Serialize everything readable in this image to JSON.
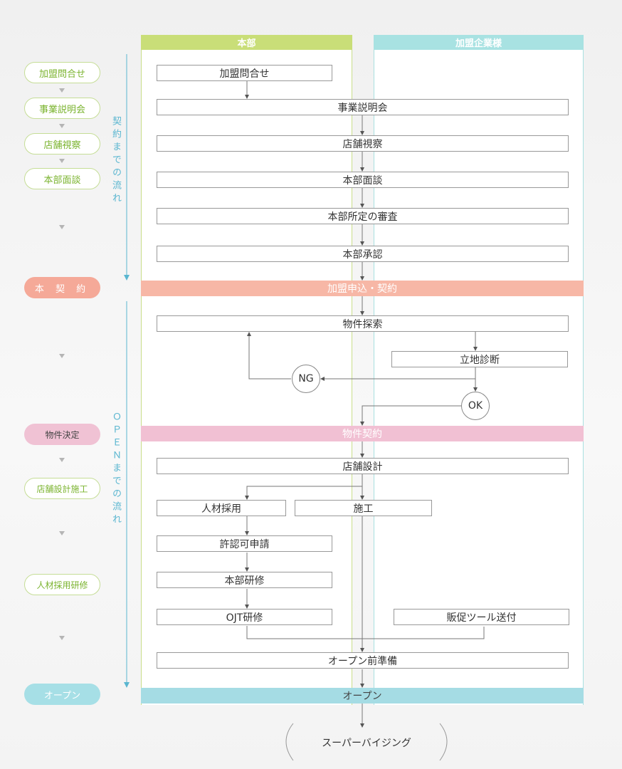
{
  "columns": {
    "hq": "本部",
    "franchisee": "加盟企業様"
  },
  "sidebar": {
    "pills": [
      "加盟問合せ",
      "事業説明会",
      "店舗視察",
      "本部面談",
      "本 契 約",
      "物件決定",
      "店舗設計施工",
      "人材採用研修",
      "オープン"
    ],
    "phase1": "契約までの流れ",
    "phase2": "ＯＰＥＮまでの流れ"
  },
  "steps": {
    "inquiry": "加盟問合せ",
    "briefing": "事業説明会",
    "visit": "店舗視察",
    "interview": "本部面談",
    "screening": "本部所定の審査",
    "approval": "本部承認",
    "property_search": "物件探索",
    "site_diagnosis": "立地診断",
    "store_design": "店舗設計",
    "recruiting": "人材採用",
    "construction": "施工",
    "permit": "許認可申請",
    "hq_training": "本部研修",
    "ojt": "OJT研修",
    "promo_tools": "販促ツール送付",
    "pre_open": "オープン前準備",
    "supervising": "スーパーバイジング"
  },
  "bands": {
    "contract": "加盟申込・契約",
    "property_contract": "物件契約",
    "open": "オープン"
  },
  "decisions": {
    "ng": "NG",
    "ok": "OK"
  },
  "colors": {
    "hq_header": "#c9de78",
    "franchisee_header": "#a8e2e2",
    "contract_band": "#f7b7a6",
    "property_band": "#f1c0d3",
    "open_band": "#a5dce4",
    "phase_text": "#5ab6d0",
    "pill_text_green": "#7ab32e"
  }
}
